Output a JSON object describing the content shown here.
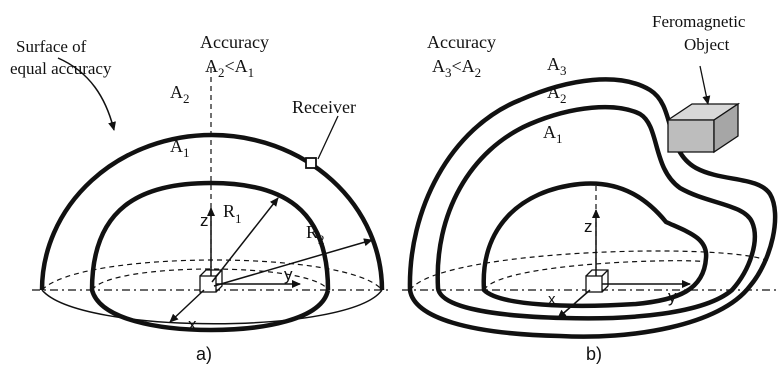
{
  "panel_a": {
    "caption": "a)",
    "surface_label_line1": "Surface of",
    "surface_label_line2": "equal accuracy",
    "accuracy_title": "Accuracy",
    "accuracy_rel": "A",
    "accuracy_rel_sub1": "2",
    "accuracy_rel_mid": "<A",
    "accuracy_rel_sub2": "1",
    "a2_label": "A",
    "a2_sub": "2",
    "a1_label": "A",
    "a1_sub": "1",
    "receiver_label": "Receiver",
    "z_axis": "z",
    "x_axis": "x",
    "y_axis": "y",
    "r1_label": "R",
    "r1_sub": "1",
    "r2_label": "R",
    "r2_sub": "2"
  },
  "panel_b": {
    "caption": "b)",
    "accuracy_title": "Accuracy",
    "accuracy_rel": "A",
    "accuracy_rel_sub1": "3",
    "accuracy_rel_mid": "<A",
    "accuracy_rel_sub2": "2",
    "a3_label": "A",
    "a3_sub": "3",
    "a2_label": "A",
    "a2_sub": "2",
    "a1_label": "A",
    "a1_sub": "1",
    "object_label_line1": "Feromagnetic",
    "object_label_line2": "Object",
    "z_axis": "z",
    "x_axis": "x",
    "y_axis": "y"
  }
}
